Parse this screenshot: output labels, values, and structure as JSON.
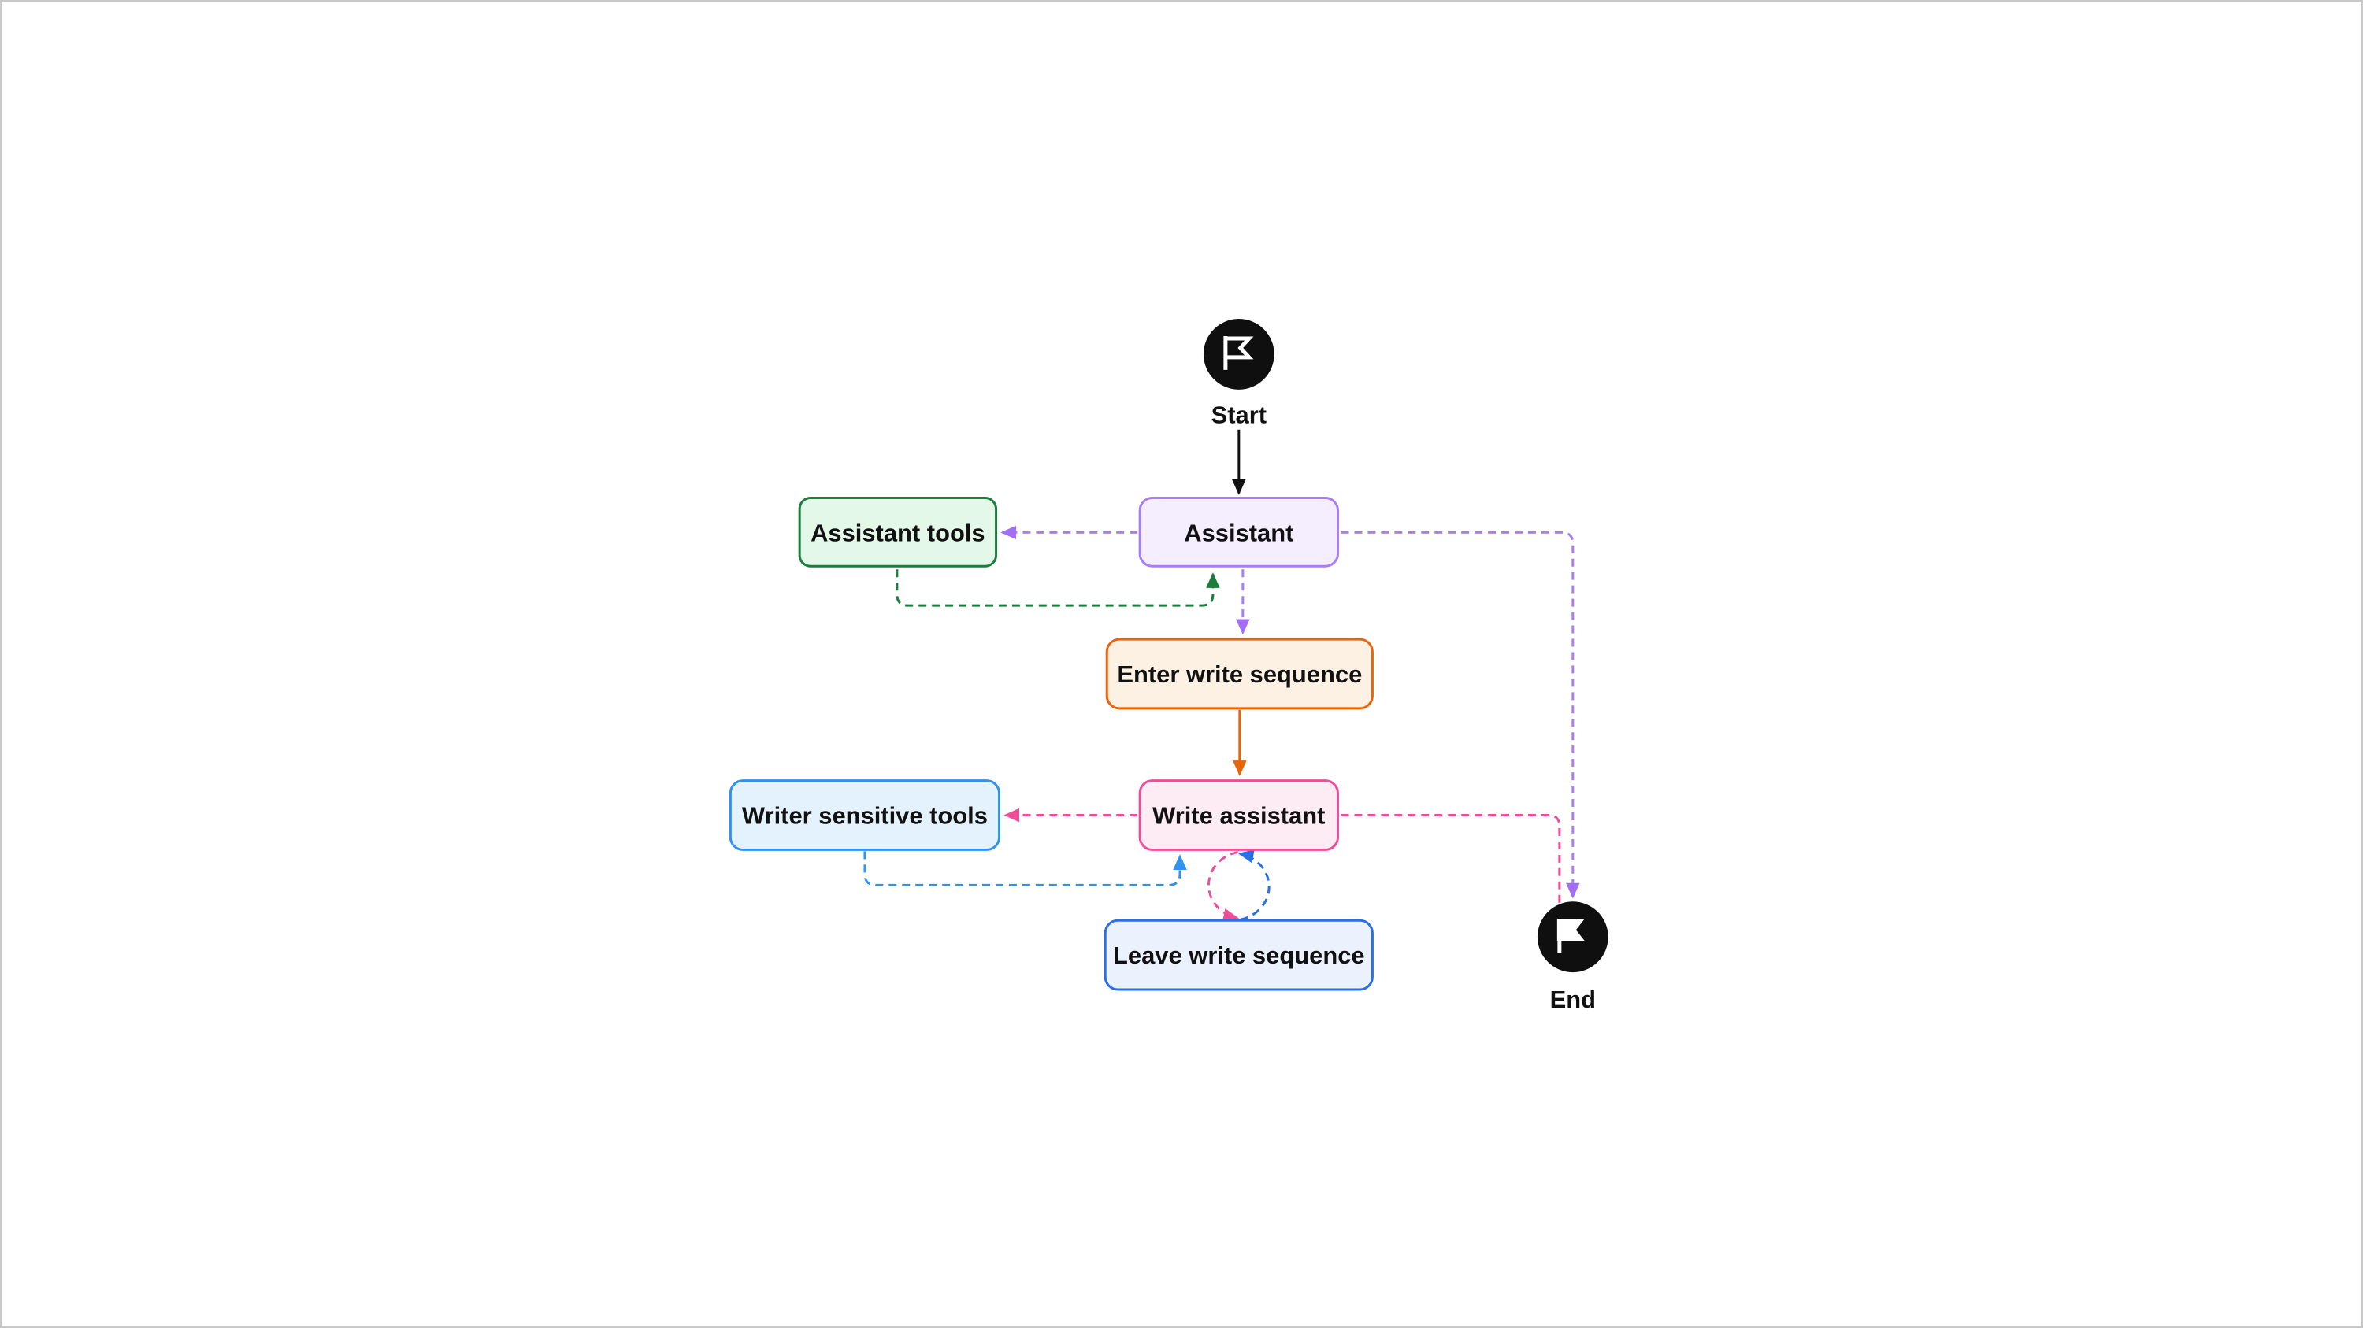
{
  "diagram": {
    "type": "flowchart",
    "background": "#ffffff",
    "frame_border_color": "#c9c9c9"
  },
  "nodes": {
    "start": {
      "label": "Start",
      "shape": "circle",
      "icon": "flag-icon",
      "fill": "#0f0f0f",
      "icon_color": "#ffffff"
    },
    "end": {
      "label": "End",
      "shape": "circle",
      "icon": "flag-icon",
      "fill": "#0f0f0f",
      "icon_color": "#ffffff"
    },
    "assistant": {
      "label": "Assistant",
      "fill": "#f5eefe",
      "border": "#a97df8"
    },
    "assistant_tools": {
      "label": "Assistant tools",
      "fill": "#e4f8e9",
      "border": "#1c7e3d"
    },
    "enter_write_sequence": {
      "label": "Enter write sequence",
      "fill": "#fdf1e4",
      "border": "#e8650c"
    },
    "write_assistant": {
      "label": "Write assistant",
      "fill": "#fdecf4",
      "border": "#ee4d99"
    },
    "writer_sensitive_tools": {
      "label": "Writer sensitive tools",
      "fill": "#e4f2fd",
      "border": "#2e93f0"
    },
    "leave_write_sequence": {
      "label": "Leave write sequence",
      "fill": "#ebf2fd",
      "border": "#2a6fe8"
    }
  },
  "edges": [
    {
      "from": "start",
      "to": "assistant",
      "style": "solid",
      "color": "#111111",
      "arrow": true
    },
    {
      "from": "assistant",
      "to": "assistant_tools",
      "style": "dashed",
      "color": "#a97df8",
      "arrow": true
    },
    {
      "from": "assistant_tools",
      "to": "assistant",
      "style": "dashed",
      "color": "#1c7e3d",
      "arrow": true
    },
    {
      "from": "assistant",
      "to": "enter_write_sequence",
      "style": "dashed",
      "color": "#a97df8",
      "arrow": true
    },
    {
      "from": "assistant",
      "to": "end",
      "style": "dashed",
      "color": "#a97df8",
      "arrow": true
    },
    {
      "from": "enter_write_sequence",
      "to": "write_assistant",
      "style": "solid",
      "color": "#e8650c",
      "arrow": true
    },
    {
      "from": "write_assistant",
      "to": "writer_sensitive_tools",
      "style": "dashed",
      "color": "#ee4d99",
      "arrow": true
    },
    {
      "from": "writer_sensitive_tools",
      "to": "write_assistant",
      "style": "dashed",
      "color": "#2e93f0",
      "arrow": true
    },
    {
      "from": "write_assistant",
      "to": "leave_write_sequence",
      "style": "dashed-loop",
      "color": "#ee4d99",
      "arrow": true
    },
    {
      "from": "leave_write_sequence",
      "to": "write_assistant",
      "style": "dashed-loop",
      "color": "#2a6fe8",
      "arrow": true
    },
    {
      "from": "write_assistant",
      "to": "end",
      "style": "dashed",
      "color": "#ee4d99",
      "arrow": false
    }
  ],
  "colors": {
    "purple": "#a97df8",
    "green": "#1c7e3d",
    "orange": "#e8650c",
    "pink": "#ee4d99",
    "sky_blue": "#2e93f0",
    "royal_blue": "#2a6fe8",
    "terminal_black": "#0f0f0f",
    "text": "#111111"
  }
}
